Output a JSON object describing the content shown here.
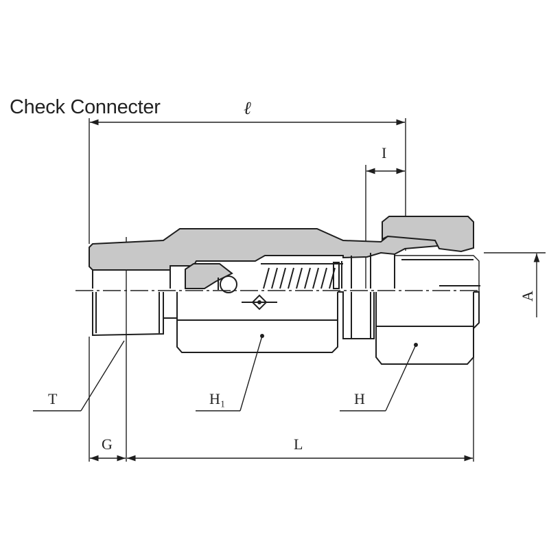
{
  "title": "Check Connecter",
  "labels": {
    "overall_length": "ℓ",
    "insertion": "I",
    "diameter": "A",
    "thread": "T",
    "body_hex": "H₁",
    "nut_hex": "H",
    "thread_length": "G",
    "length": "L"
  },
  "colors": {
    "section_fill": "#c8c8c8",
    "line": "#1e1e1e"
  }
}
